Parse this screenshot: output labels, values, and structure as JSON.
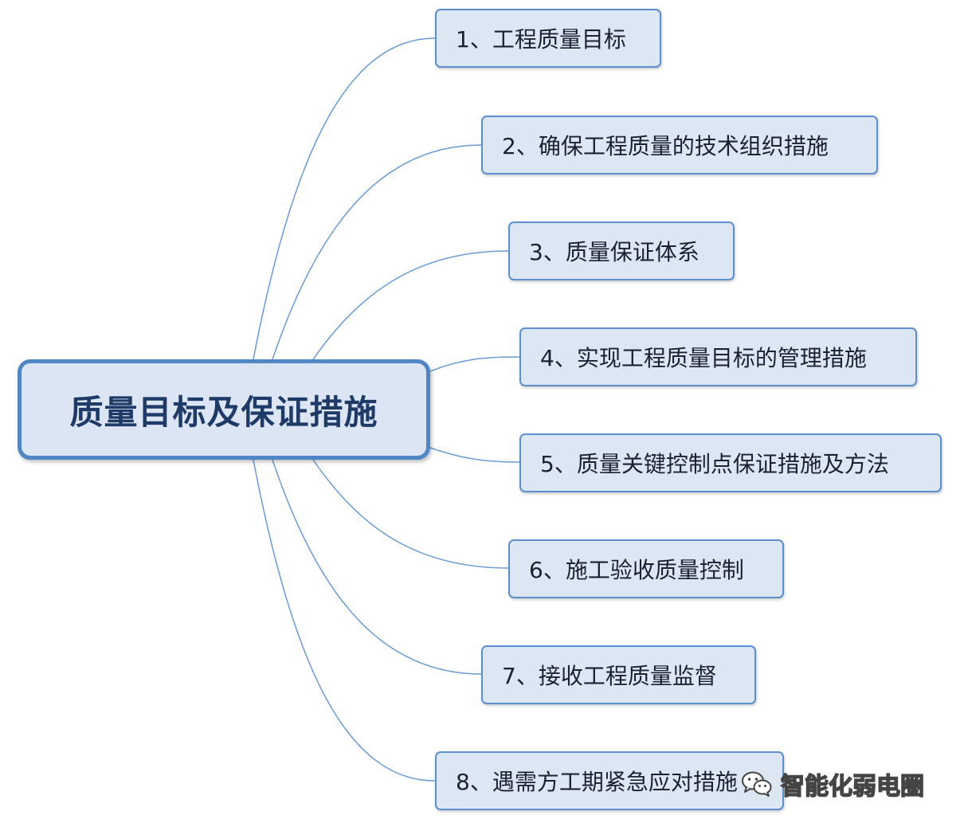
{
  "root": {
    "title": "质量目标及保证措施"
  },
  "branches": [
    {
      "label": "1、工程质量目标"
    },
    {
      "label": "2、确保工程质量的技术组织措施"
    },
    {
      "label": "3、质量保证体系"
    },
    {
      "label": "4、实现工程质量目标的管理措施"
    },
    {
      "label": "5、质量关键控制点保证措施及方法"
    },
    {
      "label": "6、施工验收质量控制"
    },
    {
      "label": "7、接收工程质量监督"
    },
    {
      "label": "8、遇需方工期紧急应对措施"
    }
  ],
  "watermark": {
    "icon": "wechat-icon",
    "text": "智能化弱电圈"
  },
  "colors": {
    "connector": "#6a9bd4",
    "node_border": "#5b8fcf",
    "node_fill": "#dde6f3",
    "root_border": "#4f86c6"
  }
}
